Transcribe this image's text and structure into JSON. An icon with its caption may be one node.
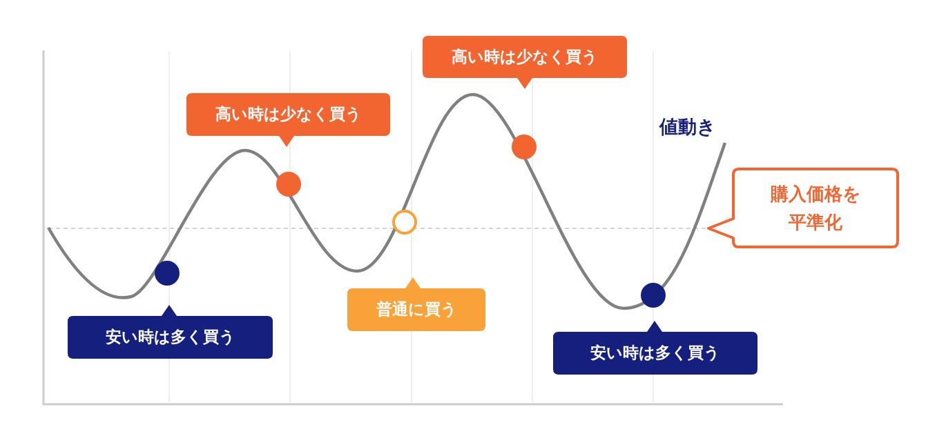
{
  "diagram": {
    "nodes": [
      {
        "text": [
          "高い時は少なく買う"
        ]
      },
      {
        "text": [
          "高い時は少なく買う"
        ]
      },
      {
        "text": [
          "購入価格を平準化"
        ]
      },
      {
        "text": [
          "普通に買う"
        ]
      },
      {
        "text": [
          "安い時は多く買う"
        ]
      },
      {
        "text": [
          "安い時は多く買う"
        ]
      }
    ],
    "edges": [],
    "labels": [
      "値動き"
    ]
  }
}
